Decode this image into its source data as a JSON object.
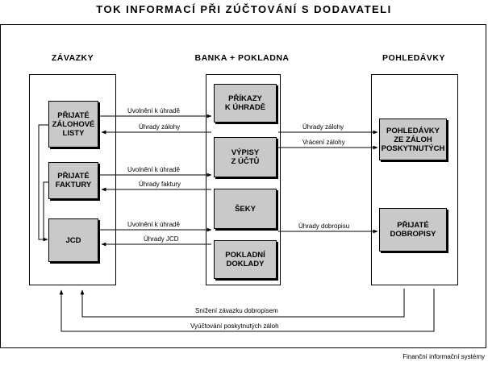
{
  "title": "TOK INFORMACÍ PŘI ZÚČTOVÁNÍ S DODAVATELI",
  "columns": {
    "left": "ZÁVAZKY",
    "middle": "BANKA + POKLADNA",
    "right": "POHLEDÁVKY"
  },
  "boxes": {
    "prijate_zalohove_listy": "PŘIJATÉ\nZÁLOHOVÉ\nLISTY",
    "prijate_faktury": "PŘIJATÉ\nFAKTURY",
    "jcd": "JCD",
    "prikazy_k_uhrade": "PŘÍKAZY\nK ÚHRADĚ",
    "vypisy_z_uctu": "VÝPISY\nZ ÚČTŮ",
    "seky": "ŠEKY",
    "pokladni_doklady": "POKLADNÍ\nDOKLADY",
    "pohledavky_ze_zaloh": "POHLEDÁVKY\nZE ZÁLOH\nPOSKYTNUTÝCH",
    "prijate_dobropisy": "PŘIJATÉ\nDOBROPISY"
  },
  "flows": {
    "uvolneni_1": "Uvolnění k úhradě",
    "uhrady_zalohy_left": "Úhrady zálohy",
    "uvolneni_2": "Uvolnění k úhradě",
    "uhrady_faktury": "Úhrady faktury",
    "uvolneni_3": "Uvolnění k úhradě",
    "uhrady_jcd": "Úhrady JCD",
    "uhrady_zalohy_right": "Úhrady zálohy",
    "vraceni_zalohy": "Vrácení zálohy",
    "uhrady_dobropisu": "Úhrady dobropisu",
    "snizeni_zavazku": "Snížení závazku dobropisem",
    "vyuctovani_zaloh": "Vyúčtování poskytnutých záloh"
  },
  "footer": "Finanční informační systémy"
}
